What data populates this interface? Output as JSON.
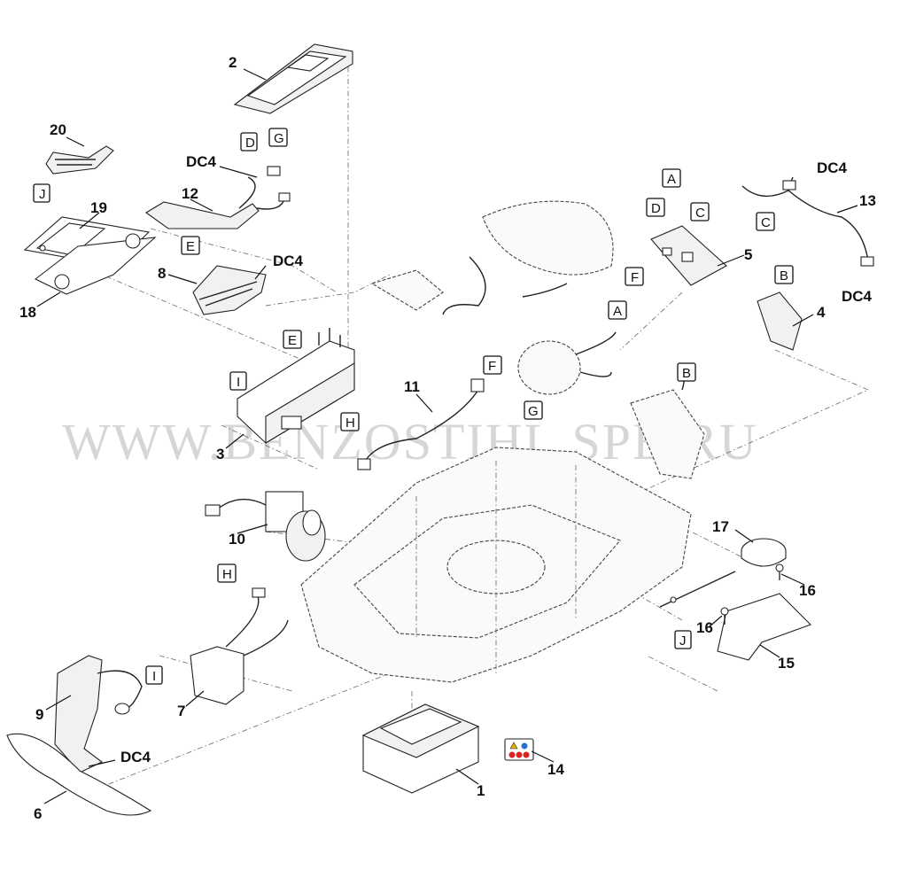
{
  "watermark": "WWW.BENZOSTIHL.SPB.RU",
  "callouts": {
    "n1": "1",
    "n2": "2",
    "n3": "3",
    "n4": "4",
    "n5": "5",
    "n6": "6",
    "n7": "7",
    "n8": "8",
    "n9": "9",
    "n10": "10",
    "n11": "11",
    "n12": "12",
    "n13": "13",
    "n14": "14",
    "n15": "15",
    "n16a": "16",
    "n16b": "16",
    "n17": "17",
    "n18": "18",
    "n19": "19",
    "n20": "20"
  },
  "connectors": {
    "dc4": "DC4",
    "A": "A",
    "B": "B",
    "C": "C",
    "D": "D",
    "E": "E",
    "F": "F",
    "G": "G",
    "H": "H",
    "I": "I",
    "J": "J"
  }
}
